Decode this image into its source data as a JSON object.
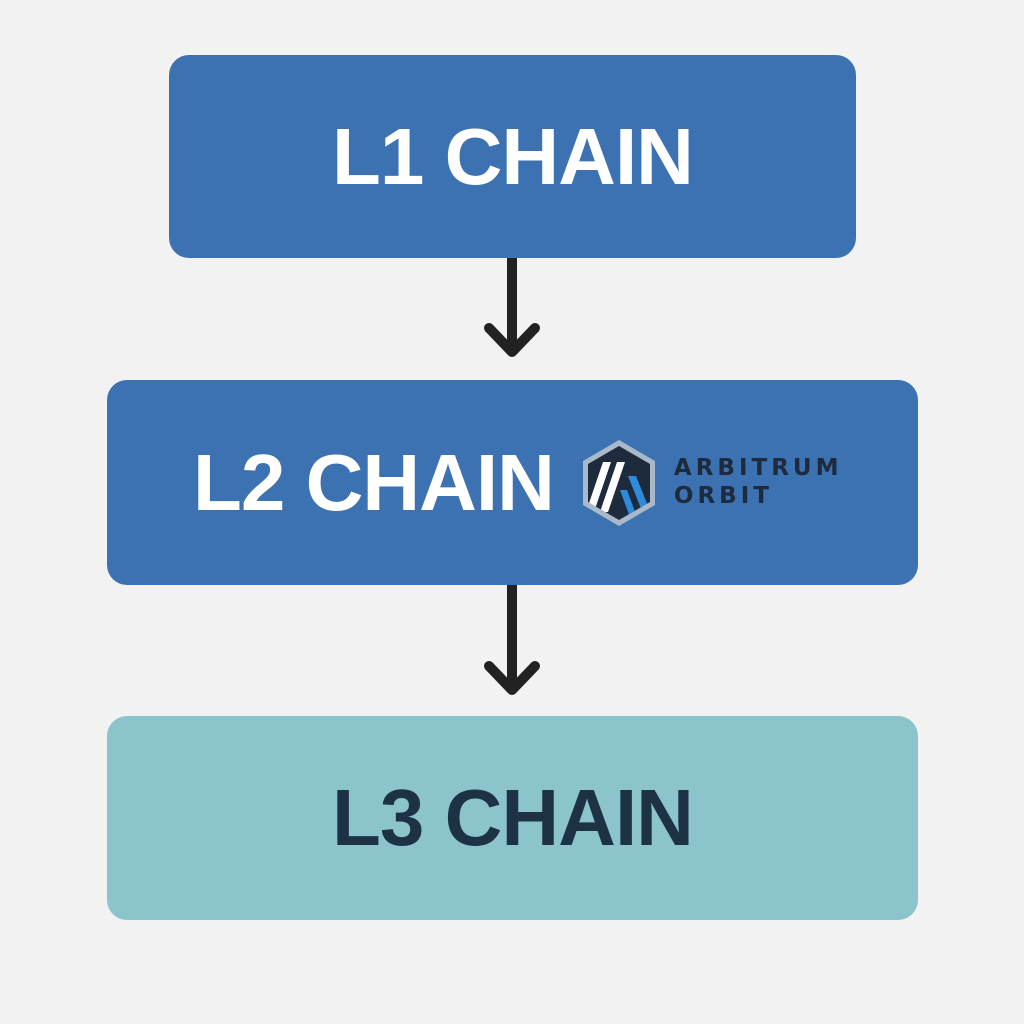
{
  "colors": {
    "background": "#f2f2f2",
    "l1_fill": "#3c72b2",
    "l2_fill": "#3c72b2",
    "l3_fill": "#8cc4cc",
    "light_text": "#ffffff",
    "dark_text": "#1e3246",
    "arrow": "#222222",
    "logo_dark": "#1d2b3c",
    "logo_blue": "#2e8bdc",
    "logo_light": "#ffffff",
    "logo_border": "#a9b9c9"
  },
  "diagram": {
    "l1": {
      "label": "L1 CHAIN"
    },
    "l2": {
      "label": "L2 CHAIN",
      "badge": {
        "icon": "arbitrum-hexagon-icon",
        "line1": "ARBITRUM",
        "line2": "ORBIT"
      }
    },
    "l3": {
      "label": "L3 CHAIN"
    },
    "arrows": [
      {
        "from": "L1 CHAIN",
        "to": "L2 CHAIN"
      },
      {
        "from": "L2 CHAIN",
        "to": "L3 CHAIN"
      }
    ]
  }
}
